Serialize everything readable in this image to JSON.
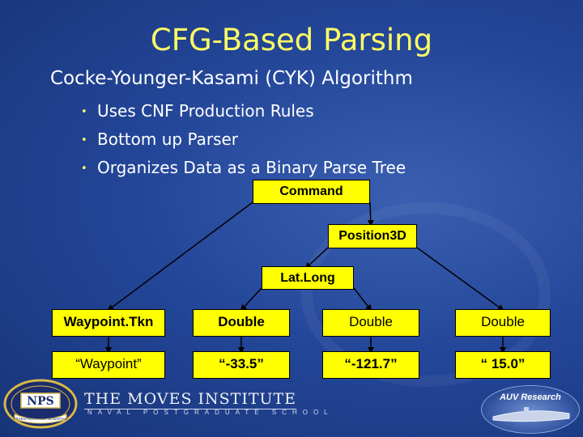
{
  "slide": {
    "title": "CFG-Based Parsing",
    "subtitle": "Cocke-Younger-Kasami (CYK) Algorithm",
    "bullets": [
      "Uses CNF Production Rules",
      "Bottom up Parser",
      "Organizes Data as a Binary Parse Tree"
    ],
    "bullet_glyph": "•"
  },
  "parse_tree": {
    "nodes": {
      "command": "Command",
      "position3d": "Position3D",
      "latlong": "Lat.Long"
    },
    "tokens": [
      "Waypoint.Tkn",
      "Double",
      "Double",
      "Double"
    ],
    "values": [
      "“Waypoint”",
      "“-33.5”",
      "“-121.7”",
      "“ 15.0”"
    ]
  },
  "footer": {
    "nps_logo_text": "NPS",
    "nps_motto": "PRAESTANTIA PER SCIENTIAM",
    "institute": "THE MOVES INSTITUTE",
    "school": "NAVAL POSTGRADUATE SCHOOL",
    "auv_logo": "AUV Research"
  },
  "colors": {
    "title": "#ffff66",
    "box_fill": "#ffff00",
    "background": "#24479a",
    "text": "#ffffff"
  }
}
